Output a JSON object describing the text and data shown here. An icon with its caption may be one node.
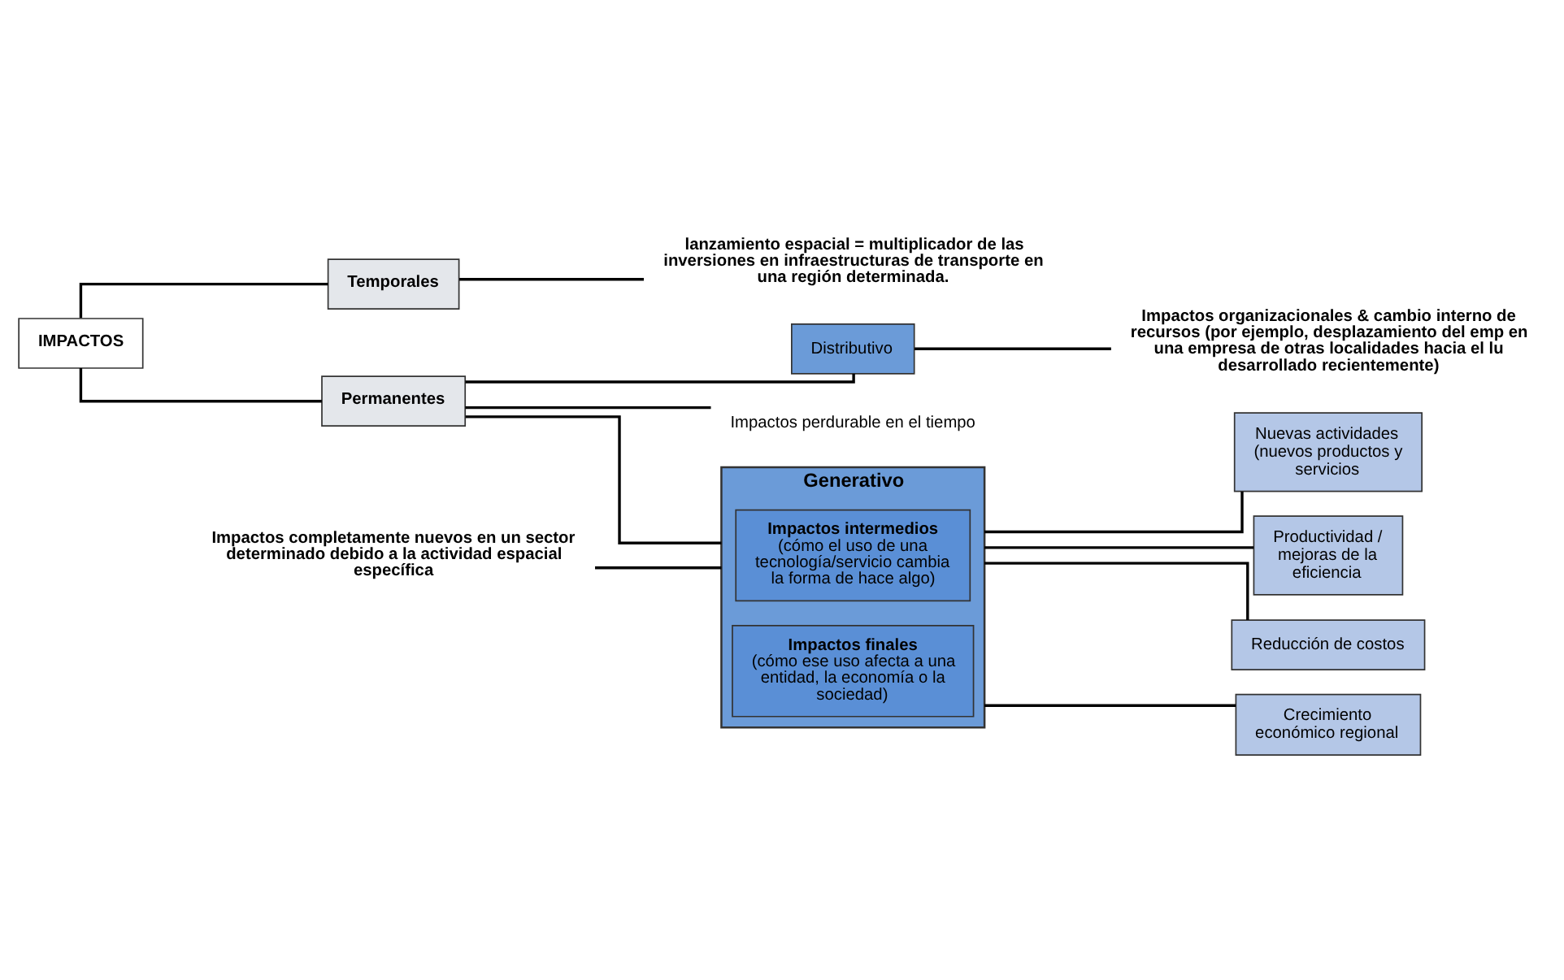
{
  "diagram": {
    "nodes": [
      {
        "text": [
          "IMPACTOS"
        ]
      },
      {
        "text": [
          "Temporales"
        ]
      },
      {
        "text": [
          "Permanentes"
        ]
      },
      {
        "text": [
          "Distributivo"
        ]
      },
      {
        "text": [
          "Generativo"
        ]
      },
      {
        "text": [
          "Impactos intermedios",
          "(cómo el uso de una tecnología/servicio cambia la forma de hace algo)"
        ],
        "in": 4
      },
      {
        "text": [
          "Impactos finales",
          "(cómo ese uso afecta a una entidad, la economía o la sociedad)"
        ],
        "in": 4
      },
      {
        "text": [
          "Nuevas actividades (nuevos productos y servicios"
        ]
      },
      {
        "text": [
          "Productividad / mejoras de la eficiencia"
        ]
      },
      {
        "text": [
          "Reducción de costos"
        ]
      },
      {
        "text": [
          "Crecimiento económico regional"
        ]
      },
      {
        "text": [
          "lanzamiento espacial = multiplicador de las inversiones en infraestructuras de transporte en una región determinada."
        ]
      },
      {
        "text": [
          "Impactos organizacionales & cambio interno de recursos (por ejemplo, desplazamiento del emp en una empresa de otras localidades hacia el lu desarrollado recientemente)"
        ]
      },
      {
        "text": [
          "Impactos perdurable en el tiempo"
        ]
      },
      {
        "text": [
          "Impactos completamente nuevos en un sector determinado debido a la actividad espacial específica"
        ]
      }
    ],
    "edges": [
      {
        "from": 0,
        "to": 1,
        "arrow": "none"
      },
      {
        "from": 0,
        "to": 2,
        "arrow": "none"
      },
      {
        "from": 1,
        "to": 11,
        "arrow": "none"
      },
      {
        "from": 2,
        "to": 3,
        "arrow": "none"
      },
      {
        "from": 2,
        "to": 4,
        "arrow": "none"
      },
      {
        "from": 2,
        "to": 13,
        "arrow": "none"
      },
      {
        "from": 3,
        "to": 12,
        "arrow": "none"
      },
      {
        "from": 14,
        "to": 4,
        "arrow": "none"
      },
      {
        "from": 4,
        "to": 7,
        "arrow": "none"
      },
      {
        "from": 4,
        "to": 8,
        "arrow": "none"
      },
      {
        "from": 4,
        "to": 9,
        "arrow": "none"
      },
      {
        "from": 4,
        "to": 10,
        "arrow": "none"
      }
    ]
  }
}
